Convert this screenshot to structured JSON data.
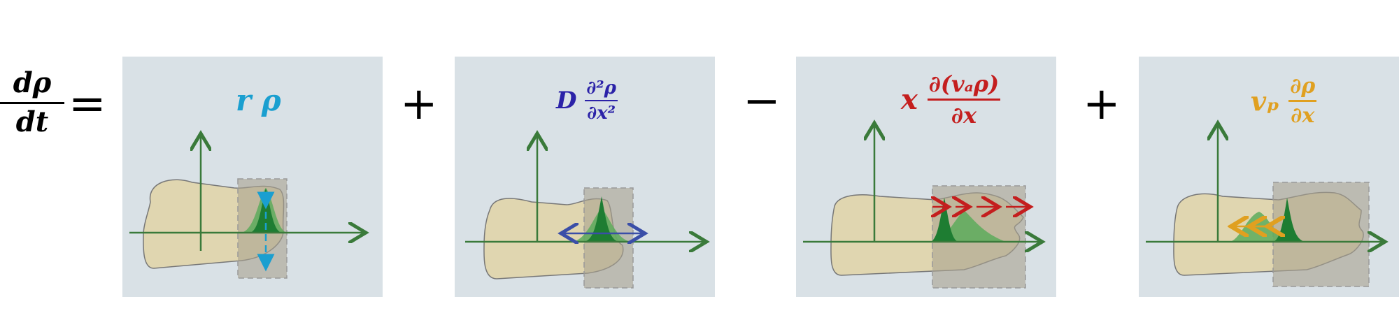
{
  "equation": {
    "lhs_numerator": "dρ",
    "lhs_denominator": "dt",
    "equals": "=",
    "operators": [
      "+",
      "−",
      "+"
    ]
  },
  "terms": [
    {
      "id": "growth",
      "color": "#1a9fd0",
      "text": "r ρ"
    },
    {
      "id": "diffusion",
      "color": "#2b22a8",
      "coef": "D",
      "numerator": "∂²ρ",
      "denominator": "∂x²"
    },
    {
      "id": "advection",
      "color": "#c41e1e",
      "coef": "x",
      "numerator": "∂(vₐρ)",
      "denominator": "∂x"
    },
    {
      "id": "drift",
      "color": "#e0a020",
      "coef": "vₚ",
      "numerator": "∂ρ",
      "denominator": "∂x"
    }
  ],
  "colors": {
    "panel_bg": "#d9e1e6",
    "axis": "#3a7a3a",
    "blob": "#e0d6b0",
    "window": "#a8a290",
    "peak_dark": "#1e7d32",
    "peak_light": "#5cab5c"
  }
}
